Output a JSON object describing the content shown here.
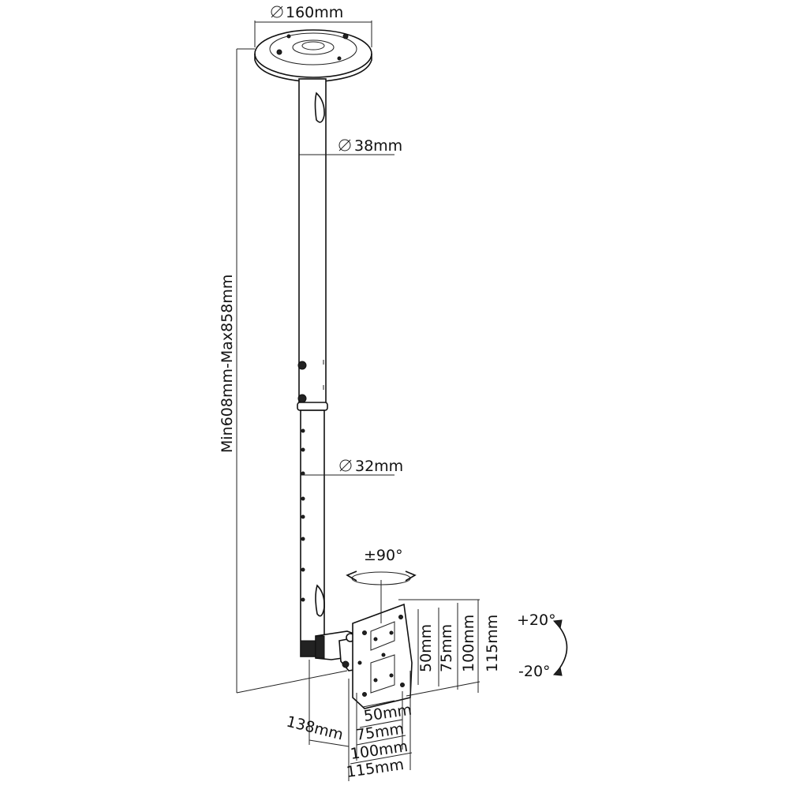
{
  "diagram": {
    "plate_diameter": "160mm",
    "upper_tube_diameter": "38mm",
    "lower_tube_diameter": "32mm",
    "height_range": "Min608mm-Max858mm",
    "swivel": "±90°",
    "tilt_up": "+20°",
    "tilt_down": "-20°",
    "arm_depth": "138mm",
    "vesa_vertical": [
      "50mm",
      "75mm",
      "100mm",
      "115mm"
    ],
    "vesa_horizontal": [
      "50mm",
      "75mm",
      "100mm",
      "115mm"
    ]
  }
}
